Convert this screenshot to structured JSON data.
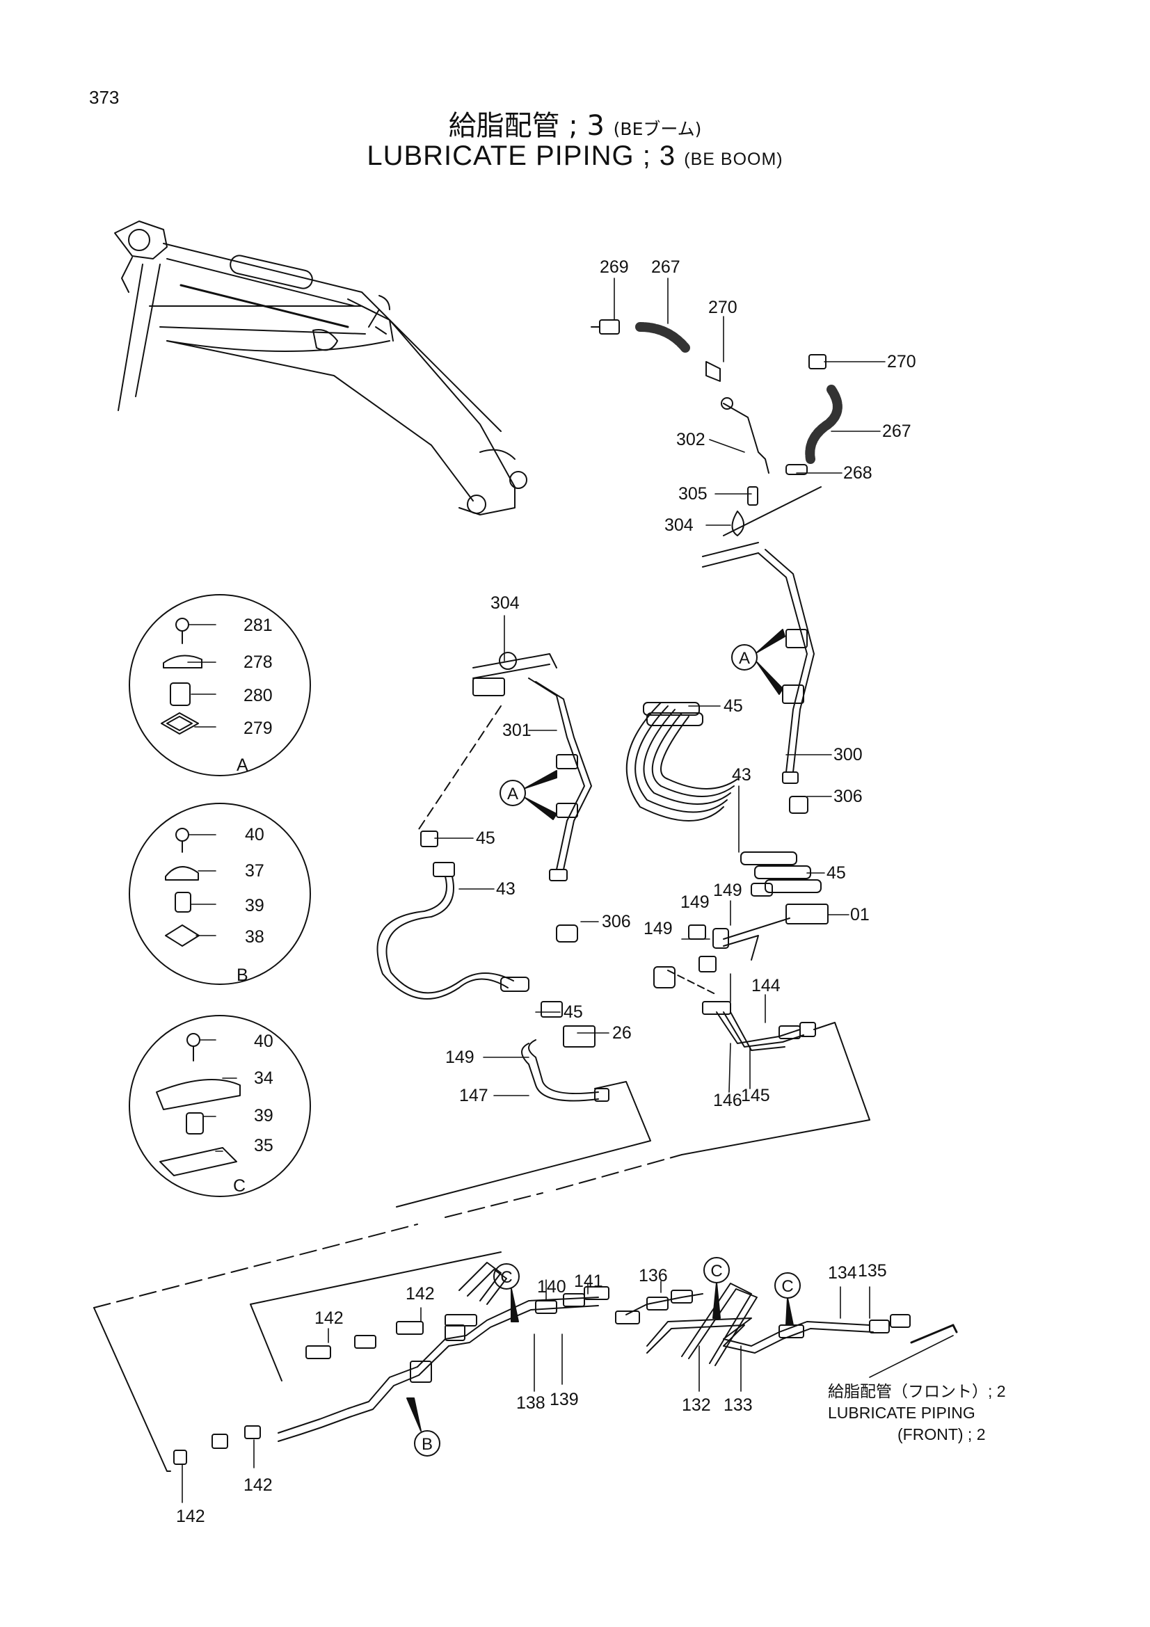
{
  "page_number": "373",
  "title_jp": {
    "main": "給脂配管 ; 3",
    "suffix": "(BEブーム)"
  },
  "title_en": {
    "main": "LUBRICATE PIPING ; 3",
    "suffix": "(BE BOOM)"
  },
  "detail_views": [
    {
      "letter": "A",
      "parts": [
        "281",
        "278",
        "280",
        "279"
      ]
    },
    {
      "letter": "B",
      "parts": [
        "40",
        "37",
        "39",
        "38"
      ]
    },
    {
      "letter": "C",
      "parts": [
        "40",
        "34",
        "39",
        "35"
      ]
    }
  ],
  "callouts": {
    "A": "A",
    "B": "B",
    "C": "C"
  },
  "part_labels": {
    "p269": "269",
    "p267a": "267",
    "p270a": "270",
    "p270b": "270",
    "p267b": "267",
    "p302": "302",
    "p268": "268",
    "p305": "305",
    "p304a": "304",
    "p304b": "304",
    "p45a": "45",
    "p43a": "43",
    "p300": "300",
    "p306a": "306",
    "p45b": "45",
    "p301": "301",
    "p45c": "45",
    "p43b": "43",
    "p306b": "306",
    "p149a": "149",
    "p149b": "149",
    "p149c": "149",
    "p01": "01",
    "p144": "144",
    "p45d": "45",
    "p26": "26",
    "p149d": "149",
    "p147": "147",
    "p146": "146",
    "p145": "145",
    "p142a": "142",
    "p142b": "142",
    "p140": "140",
    "p141": "141",
    "p136": "136",
    "p134": "134",
    "p135": "135",
    "p138": "138",
    "p139": "139",
    "p132": "132",
    "p133": "133",
    "p142c": "142",
    "p142d": "142"
  },
  "reference": {
    "jp": "給脂配管（フロント）; 2",
    "en_line1": "LUBRICATE PIPING",
    "en_line2": "(FRONT) ; 2"
  }
}
